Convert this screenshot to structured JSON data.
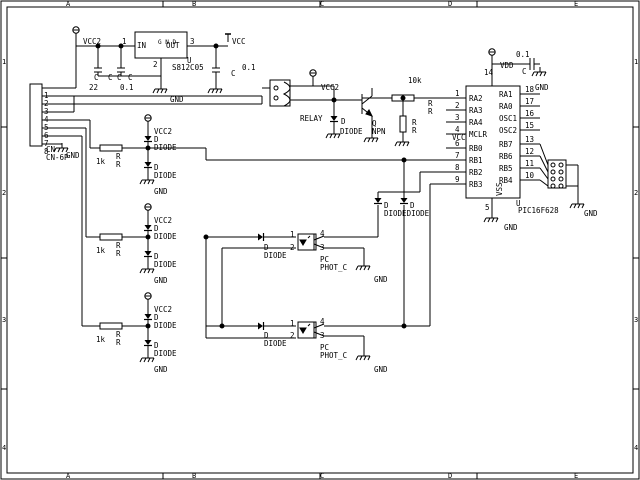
{
  "frame": {
    "columns": [
      "A",
      "B",
      "C",
      "D",
      "E"
    ],
    "rows": [
      "1",
      "2",
      "3",
      "4"
    ]
  },
  "regulator": {
    "pin_in": "IN",
    "pin_out": "OUT",
    "pin_gnd": "G N D",
    "pin1": "1",
    "pin2": "2",
    "pin3": "3",
    "ref_u": "U",
    "part": "S812C05",
    "vcc2_label": "VCC2",
    "vcc_label": "VCC",
    "cap_big": "22",
    "cap_small": "0.1",
    "cap_out": "0.1",
    "c_labels": [
      "C",
      "C",
      "C",
      "C",
      "C"
    ]
  },
  "connector": {
    "ref": "CN",
    "part": "CN-6P",
    "pins": [
      "1",
      "2",
      "3",
      "4",
      "5",
      "6",
      "7",
      "8"
    ],
    "gnd_label": "GND"
  },
  "relay": {
    "label": "RELAY",
    "vcc2_label": "VCC2",
    "diode_ref": "D",
    "diode_part": "DIODE",
    "gnd_label": "GND"
  },
  "transistor": {
    "ref": "Q",
    "part": "NPN",
    "resistor": "10k",
    "r_labels": [
      "R",
      "R",
      "R",
      "R"
    ]
  },
  "mcu": {
    "ref": "U",
    "part": "PIC16F628",
    "vdd": "VDD",
    "vss": "VSS",
    "vcc_label": "VCC",
    "gnd_label": "GND",
    "cap": "0.1",
    "cap_ref": "C",
    "pin14": "14",
    "pin5": "5",
    "left_pins": [
      {
        "num": "1",
        "name": "RA2"
      },
      {
        "num": "2",
        "name": "RA3"
      },
      {
        "num": "3",
        "name": "RA4"
      },
      {
        "num": "4",
        "name": "MCLR"
      },
      {
        "num": "6",
        "name": "RB0"
      },
      {
        "num": "7",
        "name": "RB1"
      },
      {
        "num": "8",
        "name": "RB2"
      },
      {
        "num": "9",
        "name": "RB3"
      }
    ],
    "right_pins": [
      {
        "num": "18",
        "name": "RA1"
      },
      {
        "num": "17",
        "name": "RA0"
      },
      {
        "num": "16",
        "name": "OSC1"
      },
      {
        "num": "15",
        "name": "OSC2"
      },
      {
        "num": "13",
        "name": "RB7"
      },
      {
        "num": "12",
        "name": "RB6"
      },
      {
        "num": "11",
        "name": "RB5"
      },
      {
        "num": "10",
        "name": "RB4"
      }
    ],
    "header_gnd": "GND"
  },
  "protection": [
    {
      "vcc": "VCC2",
      "d1_ref": "D",
      "d1_part": "DIODE",
      "d2_ref": "D",
      "d2_part": "DIODE",
      "r_val": "1k",
      "r_ref": "R",
      "r_ref2": "R",
      "gnd": "GND"
    },
    {
      "vcc": "VCC2",
      "d1_ref": "D",
      "d1_part": "DIODE",
      "d2_ref": "D",
      "d2_part": "DIODE",
      "r_val": "1k",
      "r_ref": "R",
      "r_ref2": "R",
      "gnd": "GND"
    },
    {
      "vcc": "VCC2",
      "d1_ref": "D",
      "d1_part": "DIODE",
      "d2_ref": "D",
      "d2_part": "DIODE",
      "r_val": "1k",
      "r_ref": "R",
      "r_ref2": "R",
      "gnd": "GND"
    }
  ],
  "optos": [
    {
      "d_ref": "D",
      "d_part": "DIODE",
      "pin1": "1",
      "pin2": "2",
      "pin3": "3",
      "pin4": "4",
      "ref": "PC",
      "part": "PHOT_C",
      "gnd": "GND"
    },
    {
      "d_ref": "D",
      "d_part": "DIODE",
      "pin1": "1",
      "pin2": "2",
      "pin3": "3",
      "pin4": "4",
      "ref": "PC",
      "part": "PHOT_C",
      "gnd": "GND"
    }
  ],
  "pulldowns": {
    "d1_ref": "D",
    "d2_ref": "D",
    "part_combined": "DIODEDIODE"
  }
}
